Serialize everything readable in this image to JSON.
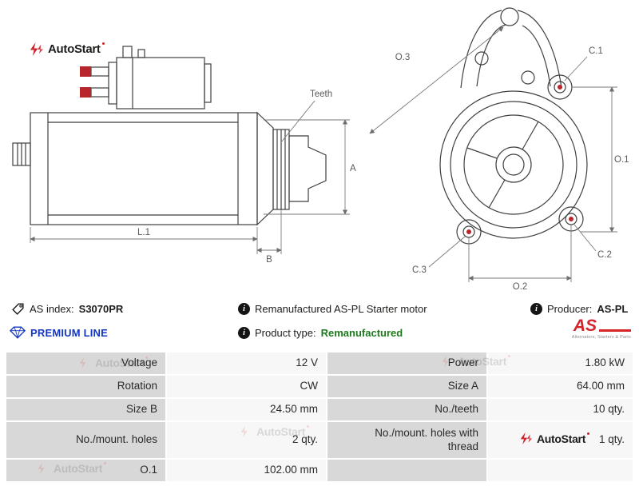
{
  "brand": {
    "autostart": "AutoStart",
    "aspl_mark": "AS",
    "aspl_tagline": "Alternators, Starters & Parts"
  },
  "icons": {
    "info_glyph": "i"
  },
  "diagram": {
    "side": {
      "teeth": "Teeth",
      "a": "A",
      "l1": "L.1",
      "b": "B"
    },
    "front": {
      "o3": "O.3",
      "c1": "C.1",
      "o1": "O.1",
      "c2": "C.2",
      "c3": "C.3",
      "o2": "O.2"
    }
  },
  "info": {
    "as_index_label": "AS index:",
    "as_index_value": "S3070PR",
    "description": "Remanufactured AS-PL Starter motor",
    "producer_label": "Producer:",
    "producer_value": "AS-PL",
    "premium_line": "PREMIUM LINE",
    "product_type_label": "Product type:",
    "product_type_value": "Remanufactured"
  },
  "specs": {
    "rows": [
      {
        "l1": "Voltage",
        "v1": "12 V",
        "l2": "Power",
        "v2": "1.80 kW"
      },
      {
        "l1": "Rotation",
        "v1": "CW",
        "l2": "Size A",
        "v2": "64.00 mm"
      },
      {
        "l1": "Size B",
        "v1": "24.50 mm",
        "l2": "No./teeth",
        "v2": "10 qty."
      },
      {
        "l1": "No./mount. holes",
        "v1": "2 qty.",
        "l2": "No./mount. holes with thread",
        "v2": "1 qty."
      },
      {
        "l1": "O.1",
        "v1": "102.00 mm",
        "l2": "",
        "v2": ""
      }
    ]
  },
  "colors": {
    "accent_red": "#cc2229",
    "premium_blue": "#1536c0",
    "remanufactured_green": "#1e7a1e",
    "table_label_bg": "#d8d8d8",
    "table_value_bg": "#f7f7f7"
  }
}
